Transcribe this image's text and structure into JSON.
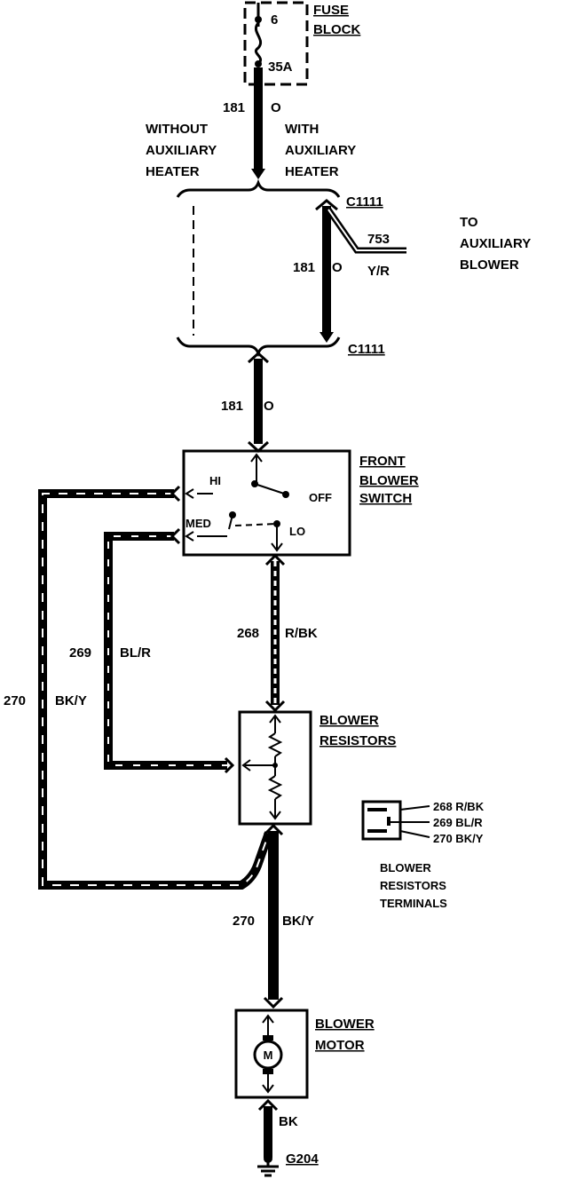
{
  "fuse_block": {
    "title_line1": "FUSE",
    "title_line2": "BLOCK",
    "fuse_number": "6",
    "fuse_rating": "35A"
  },
  "feed_wire": {
    "circuit": "181",
    "color": "O"
  },
  "options": {
    "without_line1": "WITHOUT",
    "without_line2": "AUXILIARY",
    "without_line3": "HEATER",
    "with_line1": "WITH",
    "with_line2": "AUXILIARY",
    "with_line3": "HEATER"
  },
  "connector_top": "C1111",
  "connector_bottom": "C1111",
  "aux_wire": {
    "circuit": "753",
    "color": "Y/R"
  },
  "aux_destination": {
    "line1": "TO",
    "line2": "AUXILIARY",
    "line3": "BLOWER"
  },
  "mid_wire": {
    "circuit": "181",
    "color": "O"
  },
  "lower_wire": {
    "circuit": "181",
    "color": "O"
  },
  "front_switch": {
    "title_line1": "FRONT",
    "title_line2": "BLOWER",
    "title_line3": "SWITCH",
    "positions": {
      "hi": "HI",
      "med": "MED",
      "off": "OFF",
      "lo": "LO"
    }
  },
  "wire_268": {
    "circuit": "268",
    "color": "R/BK"
  },
  "wire_269": {
    "circuit": "269",
    "color": "BL/R"
  },
  "wire_270_left": {
    "circuit": "270",
    "color": "BK/Y"
  },
  "resistors": {
    "title_line1": "BLOWER",
    "title_line2": "RESISTORS"
  },
  "terminals": {
    "rows": [
      "268 R/BK",
      "269 BL/R",
      "270 BK/Y"
    ],
    "title_line1": "BLOWER",
    "title_line2": "RESISTORS",
    "title_line3": "TERMINALS"
  },
  "wire_270_motor": {
    "circuit": "270",
    "color": "BK/Y"
  },
  "motor": {
    "title_line1": "BLOWER",
    "title_line2": "MOTOR",
    "symbol": "M"
  },
  "ground_wire": {
    "color": "BK"
  },
  "ground": {
    "label": "G204"
  }
}
